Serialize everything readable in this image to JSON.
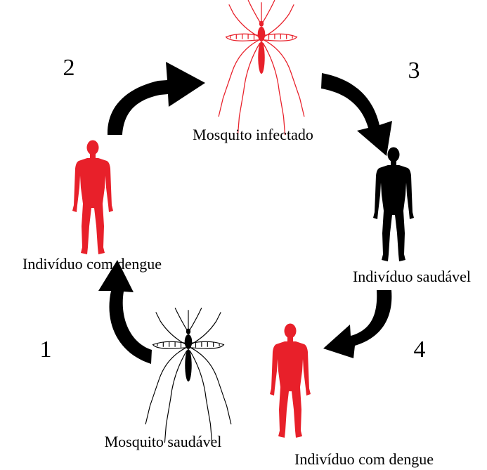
{
  "colors": {
    "infected": "#e8202a",
    "healthy": "#000000",
    "background": "#ffffff"
  },
  "steps": [
    "1",
    "2",
    "3",
    "4"
  ],
  "labels": {
    "mosquito_infected": "Mosquito infectado",
    "individual_healthy": "Indivíduo saudável",
    "individual_dengue_left": "Indivíduo com dengue",
    "individual_dengue_bottom": "Indivíduo com dengue",
    "mosquito_healthy": "Mosquito saudável"
  },
  "icons": {
    "mosquito_infected": "mosquito-icon",
    "mosquito_healthy": "mosquito-icon",
    "person_infected_left": "person-silhouette-icon",
    "person_healthy": "person-silhouette-icon",
    "person_infected_bottom": "person-silhouette-icon"
  }
}
